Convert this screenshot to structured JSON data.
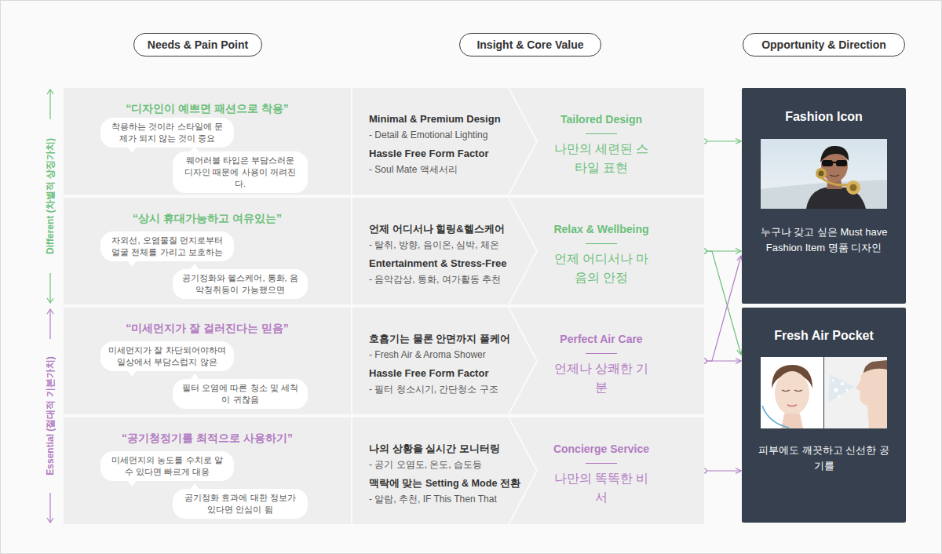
{
  "diagram": {
    "nodes": [
      {
        "text": [
          "Needs & Pain Point"
        ]
      },
      {
        "text": [
          "Insight & Core Value"
        ]
      },
      {
        "text": [
          "Opportunity & Direction"
        ]
      },
      {
        "text": [
          "“디자인이 예쁘면 패션으로 착용”"
        ]
      },
      {
        "text": [
          "착용하는 것이라 스타일에 문제가 되지 않는 것이 중요"
        ],
        "in": 3
      },
      {
        "text": [
          "웨어러블 타입은 부담스러운 디자인 때문에 사용이 꺼려진다."
        ],
        "in": 3
      },
      {
        "text": [
          "Minimal & Premium Design",
          "- Detail & Emotional Lighting",
          "Hassle Free Form Factor",
          "- Soul Mate 액세서리"
        ]
      },
      {
        "text": [
          "Tailored Design",
          "나만의 세련된 스타일 표현"
        ]
      },
      {
        "text": [
          "“상시 휴대가능하고 여유있는”"
        ]
      },
      {
        "text": [
          "자외선, 오염물질 먼지로부터 얼굴 전체를 가리고 보호하는"
        ],
        "in": 8
      },
      {
        "text": [
          "공기정화와 헬스케어, 통화, 음악청취등이 가능했으면"
        ],
        "in": 8
      },
      {
        "text": [
          "언제 어디서나 힐링&헬스케어",
          "- 탈취, 방향, 음이온, 심박, 체온",
          "Entertainment & Stress-Free",
          "- 음악감상, 통화, 여가활동 추천"
        ]
      },
      {
        "text": [
          "Relax & Wellbeing",
          "언제 어디서나 마음의 안정"
        ]
      },
      {
        "text": [
          "“미세먼지가 잘 걸러진다는 믿음”"
        ]
      },
      {
        "text": [
          "미세먼지가 잘 차단되어야하며 일상에서 부담스럽지 않은"
        ],
        "in": 13
      },
      {
        "text": [
          "필터 오염에 따른 청소 및 세척이 귀찮음"
        ],
        "in": 13
      },
      {
        "text": [
          "호흡기는 물론 안면까지 풀케어",
          "- Fresh Air & Aroma Shower",
          "Hassle Free Form Factor",
          "- 필터 청소시기, 간단청소 구조"
        ]
      },
      {
        "text": [
          "Perfect Air Care",
          "언제나 상쾌한 기분"
        ]
      },
      {
        "text": [
          "“공기청정기를 최적으로 사용하기”"
        ]
      },
      {
        "text": [
          "미세먼지의 농도를 수치로 알 수 있다면 빠르게 대응"
        ],
        "in": 18
      },
      {
        "text": [
          "공기정화 효과에 대한 정보가 있다면 안심이 됨"
        ],
        "in": 18
      },
      {
        "text": [
          "나의 상황을 실시간 모니터링",
          "- 공기 오염도, 온도, 습도등",
          "맥락에 맞는 Setting & Mode 전환",
          "- 알람, 추천, IF This Then That"
        ]
      },
      {
        "text": [
          "Concierge Service",
          "나만의 똑똑한 비서"
        ]
      },
      {
        "text": [
          "Fashion Icon",
          "누구나 갖고 싶은 Must have Fashion Item 명품 디자인"
        ]
      },
      {
        "text": [
          "Fresh Air Pocket",
          "피부에도 깨끗하고 신선한 공기를"
        ]
      }
    ],
    "edges": [
      {
        "from": 7,
        "to": 23,
        "arrow": "to"
      },
      {
        "from": 12,
        "to": 23,
        "arrow": "to"
      },
      {
        "from": 12,
        "to": 24,
        "arrow": "to"
      },
      {
        "from": 17,
        "to": 24,
        "arrow": "to"
      },
      {
        "from": 17,
        "to": 23,
        "arrow": "to"
      },
      {
        "from": 22,
        "to": 24,
        "arrow": "to"
      }
    ],
    "labels": [
      "Different (차별적 상징가치)",
      "Essential (절대적 기본가치)"
    ]
  }
}
